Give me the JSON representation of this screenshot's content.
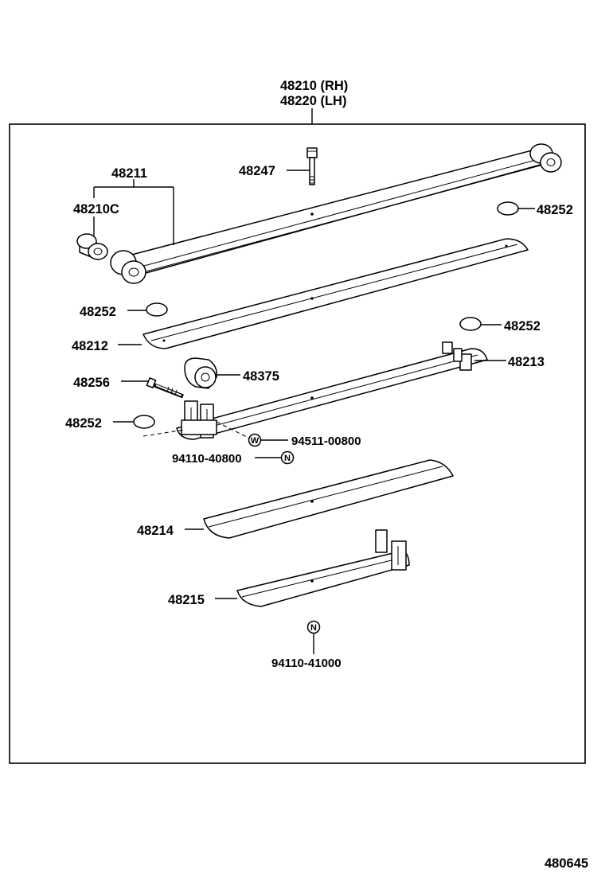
{
  "assembly": {
    "number_rh": "48210 (RH)",
    "number_lh": "48220 (LH)"
  },
  "labels": {
    "p48211": "48211",
    "p48210c": "48210C",
    "p48247": "48247",
    "p48252_a": "48252",
    "p48252_b": "48252",
    "p48252_c": "48252",
    "p48252_d": "48252",
    "p48212": "48212",
    "p48256": "48256",
    "p48375": "48375",
    "p48213": "48213",
    "p94511": "94511-00800",
    "p94110_40800": "94110-40800",
    "p48214": "48214",
    "p48215": "48215",
    "p94110_41000": "94110-41000"
  },
  "symbols": {
    "washer": "W",
    "nut_1": "N",
    "nut_2": "N"
  },
  "figure_id": "480645"
}
